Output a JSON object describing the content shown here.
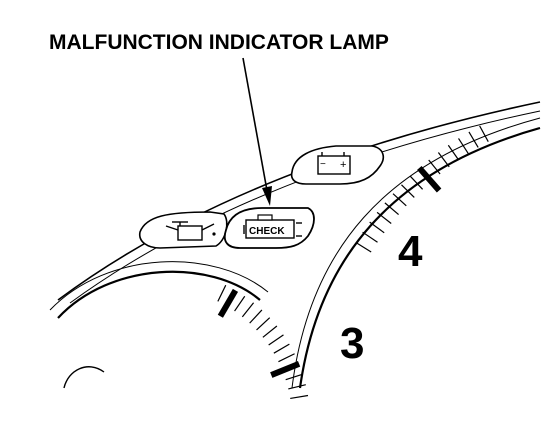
{
  "callout": {
    "label": "MALFUNCTION INDICATOR LAMP"
  },
  "gauge": {
    "tick_labels": [
      "4",
      "3"
    ]
  },
  "lamps": {
    "oil": {
      "icon": "oil-can-icon"
    },
    "check_engine": {
      "icon": "engine-icon",
      "text": "CHECK"
    },
    "battery": {
      "icon": "battery-icon",
      "minus": "−",
      "plus": "+"
    }
  }
}
